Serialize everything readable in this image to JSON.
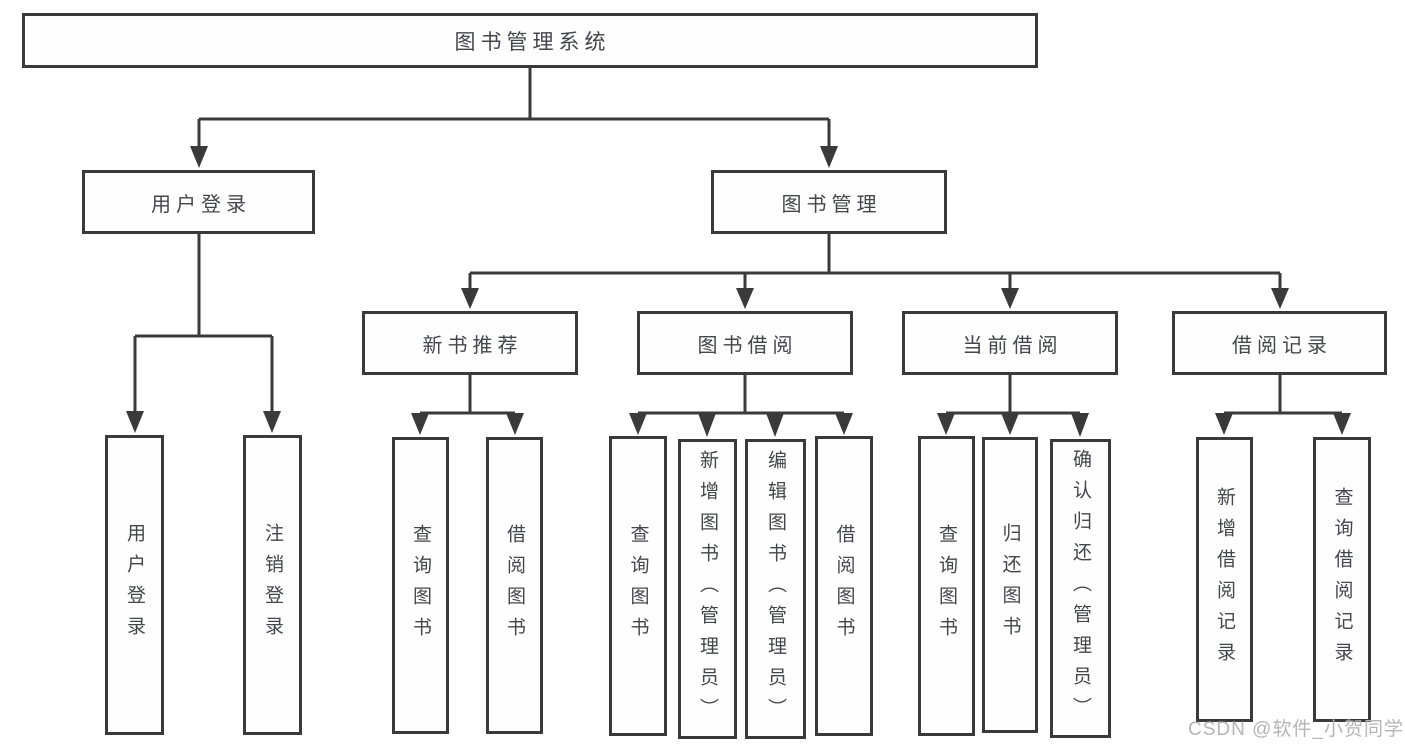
{
  "diagram": {
    "title": "图书管理系统",
    "branches": {
      "user_login": {
        "label": "用户登录",
        "children": [
          "用户登录",
          "注销登录"
        ]
      },
      "book_management": {
        "label": "图书管理",
        "sections": [
          {
            "label": "新书推荐",
            "children": [
              "查询图书",
              "借阅图书"
            ]
          },
          {
            "label": "图书借阅",
            "children": [
              "查询图书",
              "新增图书（管理员）",
              "编辑图书（管理员）",
              "借阅图书"
            ]
          },
          {
            "label": "当前借阅",
            "children": [
              "查询图书",
              "归还图书",
              "确认归还（管理员）"
            ]
          },
          {
            "label": "借阅记录",
            "children": [
              "新增借阅记录",
              "查询借阅记录"
            ]
          }
        ]
      }
    }
  },
  "watermark": "CSDN @软件_小贺同学",
  "colors": {
    "line": "#3a3a3a",
    "box_border": "#3a3a3a",
    "text": "#45464b",
    "watermark": "#b5b5b5",
    "background": "#ffffff"
  }
}
